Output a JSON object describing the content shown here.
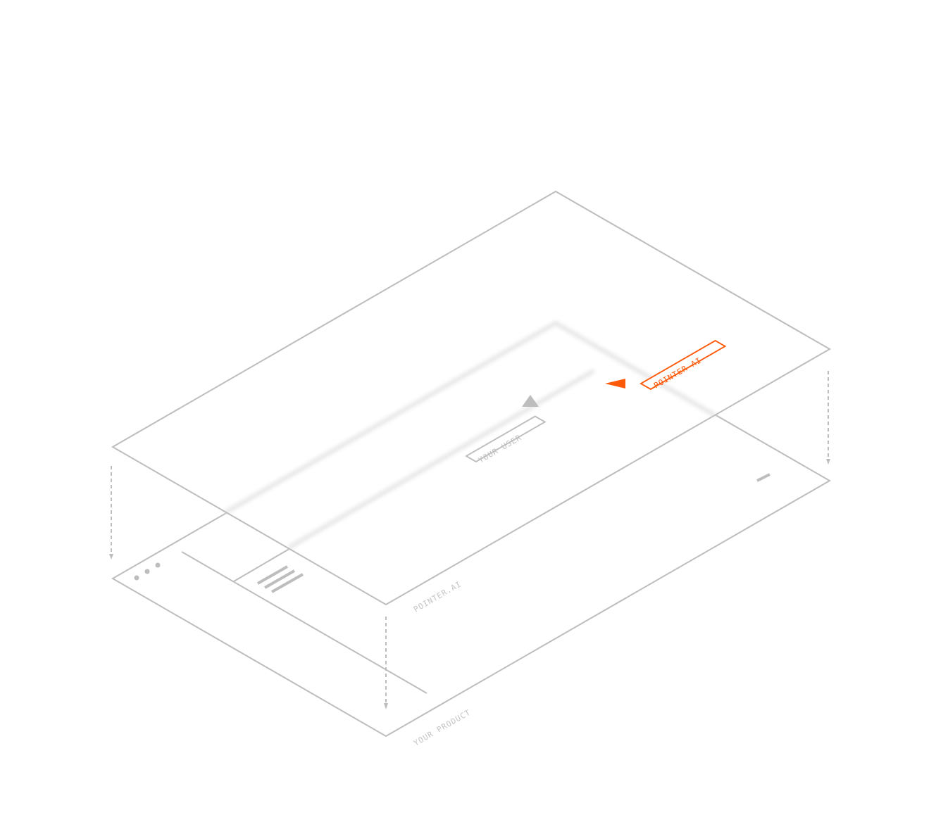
{
  "layers": {
    "top_label": "POINTER.AI",
    "bottom_label": "YOUR PRODUCT"
  },
  "cursors": {
    "user_label": "YOUR USER",
    "ai_label": "POINTER AI"
  },
  "colors": {
    "line": "#bdbdbd",
    "accent": "#ff5a0a"
  }
}
